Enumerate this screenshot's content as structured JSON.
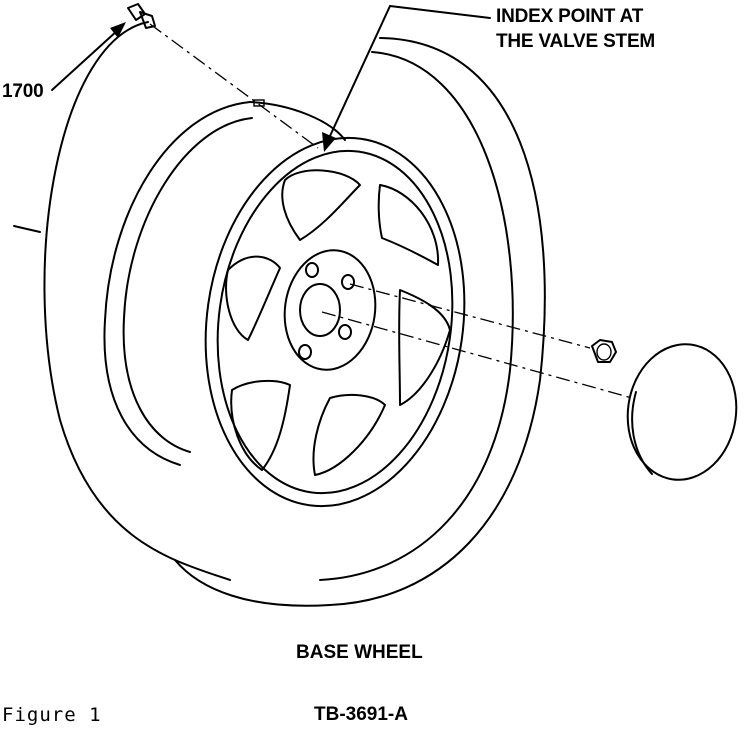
{
  "callouts": {
    "part_number": "1700",
    "index_point_line1": "INDEX POINT AT",
    "index_point_line2": "THE VALVE STEM"
  },
  "caption": "BASE WHEEL",
  "figure_label": "Figure  1",
  "reference_code": "TB-3691-A",
  "colors": {
    "ink": "#000000",
    "paper": "#ffffff"
  }
}
